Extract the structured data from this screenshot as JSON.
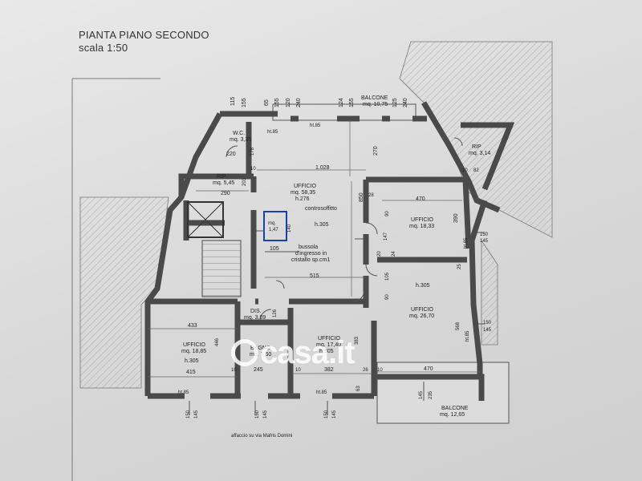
{
  "header": {
    "title": "PIANTA PIANO SECONDO",
    "scale": "scala 1:50"
  },
  "footer": {
    "note": "affaccio su via Mafris Domini"
  },
  "watermark": {
    "text": "casa.it"
  },
  "colors": {
    "wall": "#4a4a4a",
    "paper": "#e4e4e4",
    "line": "#555555",
    "highlight": "#1a3fb0"
  },
  "rooms": [
    {
      "id": "balcone-top",
      "name": "BALCONE",
      "area": "mq. 10,75"
    },
    {
      "id": "wc",
      "name": "W.C.",
      "area": "mq. 3,35"
    },
    {
      "id": "rip-left",
      "name": "RIP",
      "area": "mq. 5,45"
    },
    {
      "id": "rip-right",
      "name": "RIP",
      "area": "mq. 3,14"
    },
    {
      "id": "ufficio-main",
      "name": "UFFICIO",
      "area": "mq. 58,35",
      "height": "h.276"
    },
    {
      "id": "ufficio-right-top",
      "name": "UFFICIO",
      "area": "mq. 18,33"
    },
    {
      "id": "ufficio-right-mid",
      "name": "UFFICIO",
      "area": "mq. 26,70"
    },
    {
      "id": "mq-small",
      "name": "mq.",
      "area": "1,47"
    },
    {
      "id": "dis",
      "name": "DIS.",
      "area": "mq. 3,09"
    },
    {
      "id": "bagno",
      "name": "BAGNO",
      "area": "mq. 7,60"
    },
    {
      "id": "ufficio-left",
      "name": "UFFICIO",
      "area": "mq. 18,85",
      "height": "h.305"
    },
    {
      "id": "ufficio-center",
      "name": "UFFICIO",
      "area": "mq. 17,40",
      "height": "h.305"
    },
    {
      "id": "balcone-bottom",
      "name": "BALCONE",
      "area": "mq. 12,65"
    }
  ],
  "labels": {
    "controsoffitto": "controsoffitto",
    "h305_main": "h.305",
    "h305_right": "h.305",
    "bussola_1": "bussola",
    "bussola_2": "d'ingresso in",
    "bussola_3": "cristallo sp.cm1",
    "ht85": "ht.85"
  },
  "dimensions": {
    "top": [
      "115",
      "155",
      "65",
      "155",
      "120",
      "240",
      "124",
      "155",
      "125",
      "240"
    ],
    "d_1028": "1.028",
    "d_270": "270",
    "d_850": "850",
    "d_470_top": "470",
    "d_470_bottom": "470",
    "d_390": "390",
    "d_90_a": "90",
    "d_90_b": "90",
    "d_147": "147",
    "d_24": "24",
    "d_20": "20",
    "d_105_b": "105",
    "d_25": "25",
    "d_568": "568",
    "d_150_r1": "150",
    "d_145_r1": "145",
    "d_150_r2": "150",
    "d_145_r2": "145",
    "d_220": "220",
    "d_178": "178",
    "d_10_a": "10",
    "d_203": "203",
    "d_290": "290",
    "d_140": "140",
    "d_105": "105",
    "d_515": "515",
    "d_126": "126",
    "d_433": "433",
    "d_446": "446",
    "d_415": "415",
    "d_10_b": "10",
    "d_245": "245",
    "d_10_c": "10",
    "d_382": "382",
    "d_383": "383",
    "d_26": "26",
    "d_10_d": "10",
    "d_63": "63",
    "d_28": "28",
    "d_10_e": "10",
    "d_82": "82",
    "bottom": [
      "150",
      "145",
      "150",
      "145",
      "150",
      "145"
    ],
    "d_145_bb": "145",
    "d_235_bb": "235"
  }
}
